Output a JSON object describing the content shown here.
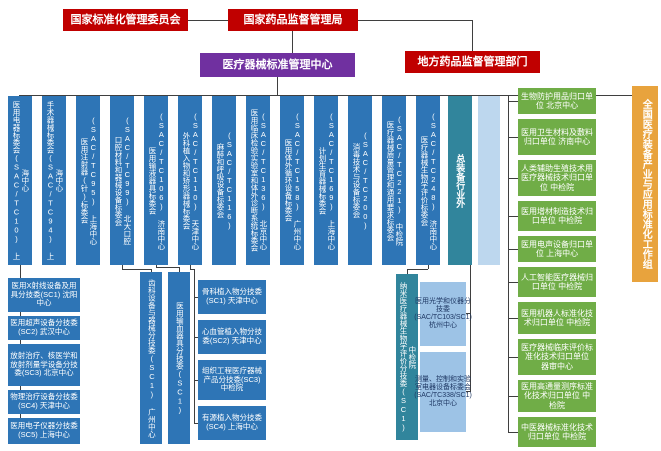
{
  "header": {
    "sac": "国家标准化管理委员会",
    "nmpa": "国家药品监督管理局",
    "center": "医疗器械标准管理中心",
    "local": "地方药品监督管理部门"
  },
  "committees": [
    "医用电器标委会(SAC/TC10) 上海中心",
    "手术器械标委会(SAC/TC94) 上海中心",
    "医用注射器(针)标委会(SAC/TC95) 上海中心",
    "口腔材料和器械设备标委会(SAC/TC99) 北大口腔",
    "医用输液器具标委会(SAC/TC106) 济南中心",
    "外科植入物和矫形器械标委会(SAC/TC110) 天津中心",
    "麻醉和呼吸设备标委会(SAC/TC116)",
    "医用临床检验实验室和体外诊断系统标委会(SAC/TC136) 北京中心",
    "医用体外循环设备标委会(SAC/TC158) 广州中心",
    "计划生育器械标委会(SAC/TC169) 上海中心",
    "消毒技术与设备标委会(SAC/TC200)",
    "医疗器械质量管理和通用要求标委会(SAC/TC221) 中检院",
    "医疗器械生物学评价标委会(SAC/TC248) 济南中心"
  ],
  "other_columns": {
    "outside_header": "总装备行业外"
  },
  "tc10_subcommittees": [
    "医用X射线设备及用具分技委(SC1) 沈阳中心",
    "医用超声设备分技委(SC2) 武汉中心",
    "放射治疗、核医学和放射剂量学设备分技委(SC3) 北京中心",
    "物理治疗设备分技委(SC4) 天津中心",
    "医用电子仪器分技委(SC5) 上海中心"
  ],
  "tc99_sub": "齿科设备与器械分技委(SC1) 广州中心",
  "tc106_sub": "医用输血器具分技委(SC1)",
  "tc110_subcommittees": [
    "骨科植入物分技委(SC1) 天津中心",
    "心血管植入物分技委(SC2) 天津中心",
    "组织工程医疗器械产品分技委(SC3) 中检院",
    "有源植入物分技委(SC4) 上海中心"
  ],
  "tc248_sub": "纳米医疗器械生物学评价分技委(SC1) 中检院",
  "outside_committees": [
    "医用光学和仪器分技委(SAC/TC103/SC1) 杭州中心",
    "测量、控制和实验室电器设备标委会(SAC/TC338/SC1) 北京中心"
  ],
  "guikou_units": [
    "生物防护用品归口单位 北京中心",
    "医用卫生材料及敷料归口单位 济南中心",
    "人类辅助生殖技术用医疗器械技术归口单位 中检院",
    "医用增材制造技术归口单位 中检院",
    "医用电声设备归口单位 上海中心",
    "人工智能医疗器械归口单位 中检院",
    "医用机器人标准化技术归口单位 中检院",
    "医疗器械临床评价标准化技术归口单位 器审中心",
    "医用高通量测序标准化技术归口单位 中检院",
    "中医器械标准化技术归口单位 中检院"
  ],
  "workgroup": "全国医疗装备产业与应用标准化工作组",
  "palette": {
    "red": "#c00000",
    "purple": "#7030a0",
    "blue": "#2e75b6",
    "teal": "#31859c",
    "light_blue": "#9dc3e6",
    "pale_blue": "#bdd7ee",
    "green": "#70ad47",
    "orange": "#e8a33d"
  }
}
